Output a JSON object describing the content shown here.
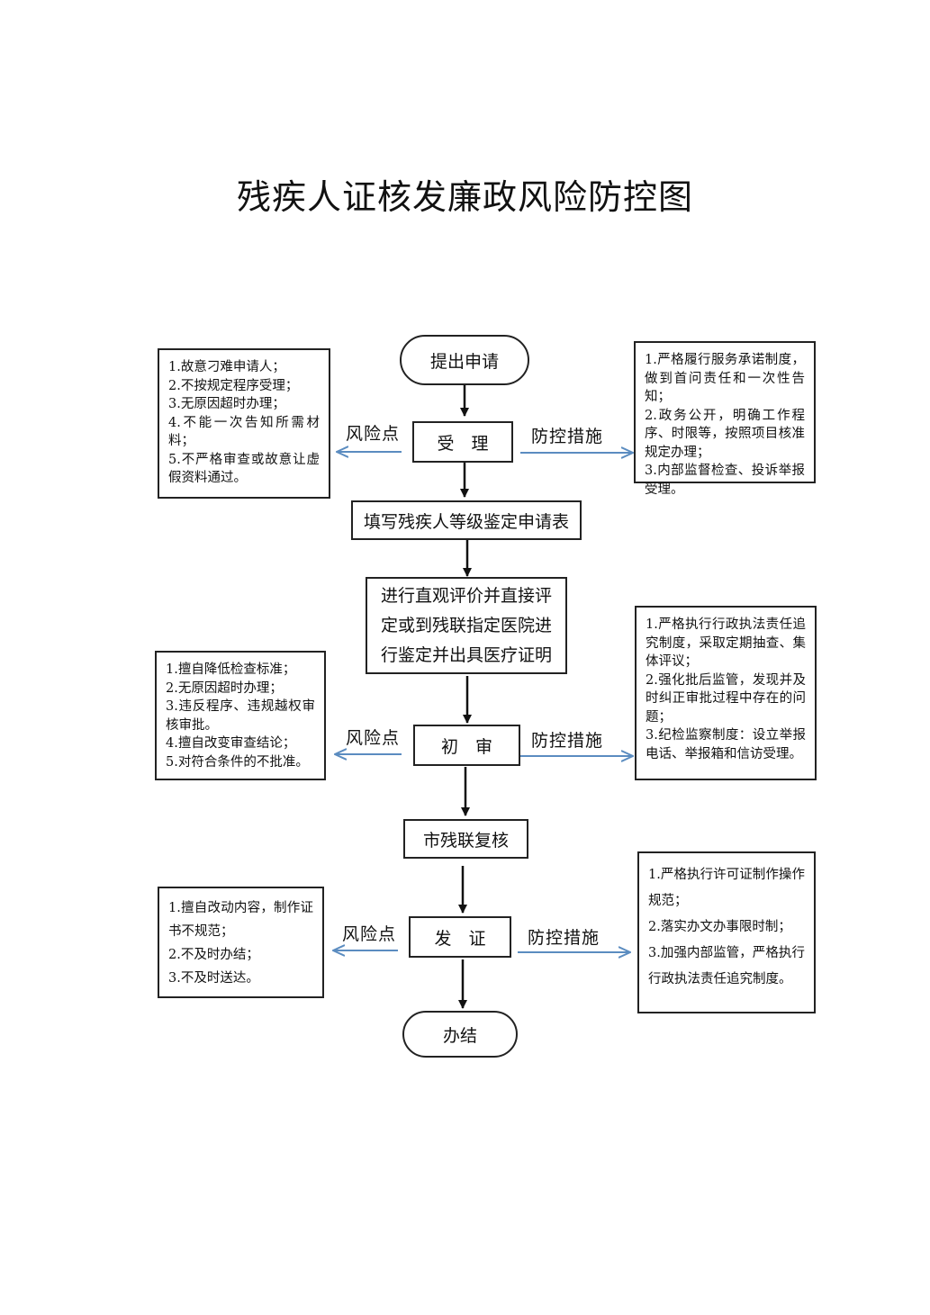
{
  "title": "残疾人证核发廉政风险防控图",
  "flow": {
    "start": "提出申请",
    "accept": "受　理",
    "fill_form": "填写残疾人等级鉴定申请表",
    "evaluate": "进行直观评价并直接评定或到残联指定医院进行鉴定并出具医疗证明",
    "first_review": "初　审",
    "city_review": "市残联复核",
    "issue": "发　证",
    "end": "办结"
  },
  "labels": {
    "risk": "风险点",
    "control": "防控措施"
  },
  "stage1": {
    "risks": [
      "1.故意刁难申请人；",
      "2.不按规定程序受理；",
      "3.无原因超时办理；",
      "4.不能一次告知所需材料；",
      "5.不严格审查或故意让虚假资料通过。"
    ],
    "controls": [
      "1.严格履行服务承诺制度，做到首问责任和一次性告知；",
      "2.政务公开，明确工作程序、时限等，按照项目核准规定办理；",
      "3.内部监督检查、投诉举报受理。"
    ]
  },
  "stage2": {
    "risks": [
      "1.擅自降低检查标准；",
      "2.无原因超时办理；",
      "3.违反程序、违规越权审核审批。",
      "4.擅自改变审查结论；",
      "5.对符合条件的不批准。"
    ],
    "controls": [
      "1.严格执行行政执法责任追究制度，采取定期抽查、集体评议；",
      "2.强化批后监管，发现并及时纠正审批过程中存在的问题；",
      "3.纪检监察制度：设立举报电话、举报箱和信访受理。"
    ]
  },
  "stage3": {
    "risks": [
      "1.擅自改动内容，制作证书不规范；",
      "2.不及时办结；",
      "3.不及时送达。"
    ],
    "controls": [
      "1.严格执行许可证制作操作规范；",
      "2.落实办文办事限时制；",
      "3.加强内部监管，严格执行行政执法责任追究制度。"
    ]
  },
  "colors": {
    "arrow_blue": "#5b8cc0",
    "line_black": "#111111"
  }
}
